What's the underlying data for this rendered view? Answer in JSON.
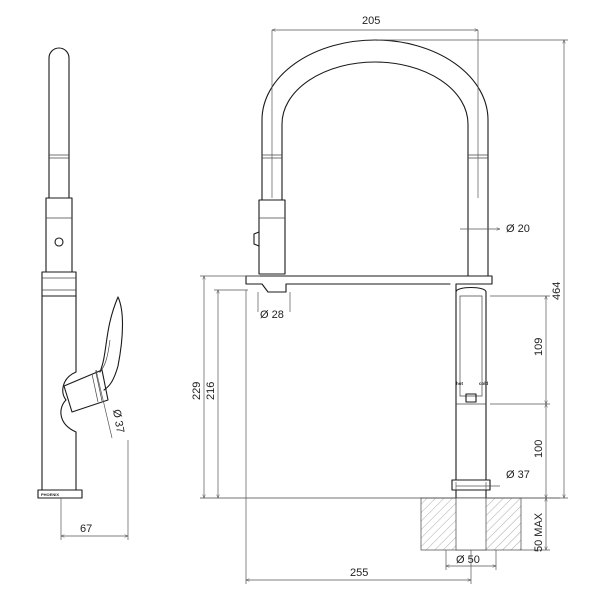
{
  "dimensions": {
    "spout_width": "205",
    "overall_height": "464",
    "side_base_width": "67",
    "total_width": "255",
    "height_229": "229",
    "height_216": "216",
    "height_109": "109",
    "height_100": "100",
    "max_mount": "50 MAX",
    "hose_dia": "Ø 20",
    "spray_dia": "Ø 28",
    "body_dia": "Ø 37",
    "side_handle_dia": "Ø 37",
    "hole_dia": "Ø 50"
  },
  "labels": {
    "hot": "hot",
    "cold": "cold",
    "brand": "PHOENIX"
  }
}
